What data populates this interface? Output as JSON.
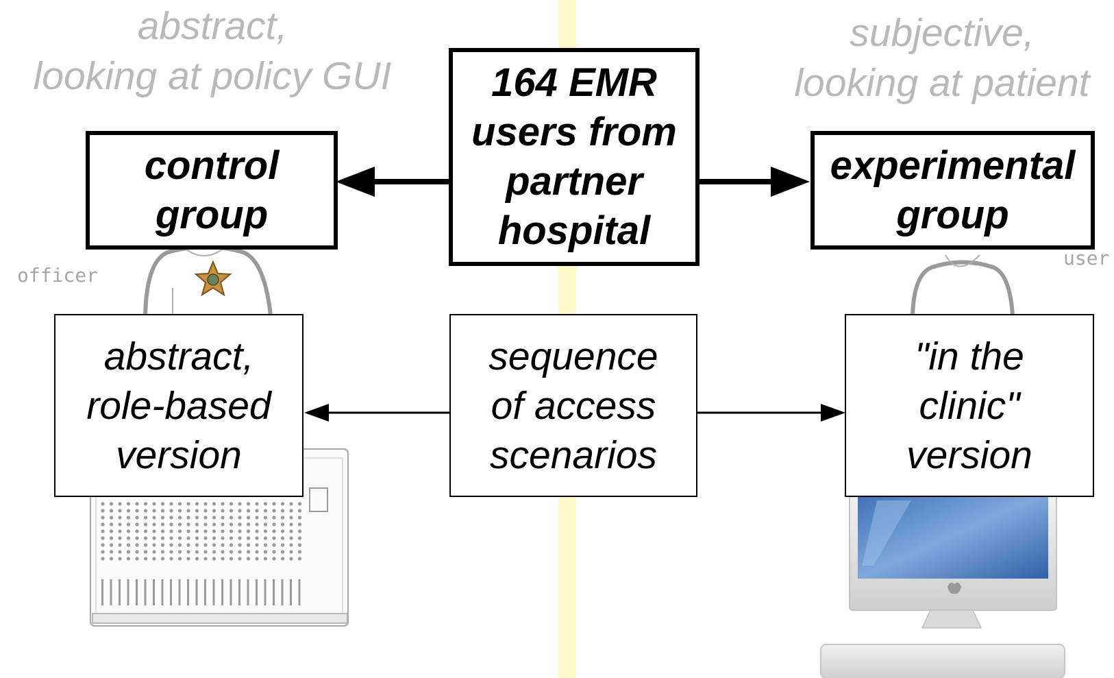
{
  "captions": {
    "left": [
      "abstract,",
      "looking at policy GUI"
    ],
    "right": [
      "subjective,",
      "looking at patient"
    ]
  },
  "figure_labels": {
    "officer": "officer",
    "user": "user"
  },
  "boxes": {
    "source": [
      "164 EMR",
      "users from",
      "partner",
      "hospital"
    ],
    "control": [
      "control",
      "group"
    ],
    "experimental": [
      "experimental",
      "group"
    ],
    "scenarios": [
      "sequence",
      "of access",
      "scenarios"
    ],
    "abstract_version": [
      "abstract,",
      "role-based",
      "version"
    ],
    "clinic_version": [
      "\"in the",
      "clinic\"",
      "version"
    ]
  },
  "colors": {
    "divider": "#fdfac8",
    "caption": "#b9b9b9",
    "badge": "#c8913a"
  },
  "icons": [
    "officer-figure-icon",
    "sheriff-badge-icon",
    "user-figure-icon",
    "mixing-console-icon",
    "imac-computer-icon"
  ]
}
